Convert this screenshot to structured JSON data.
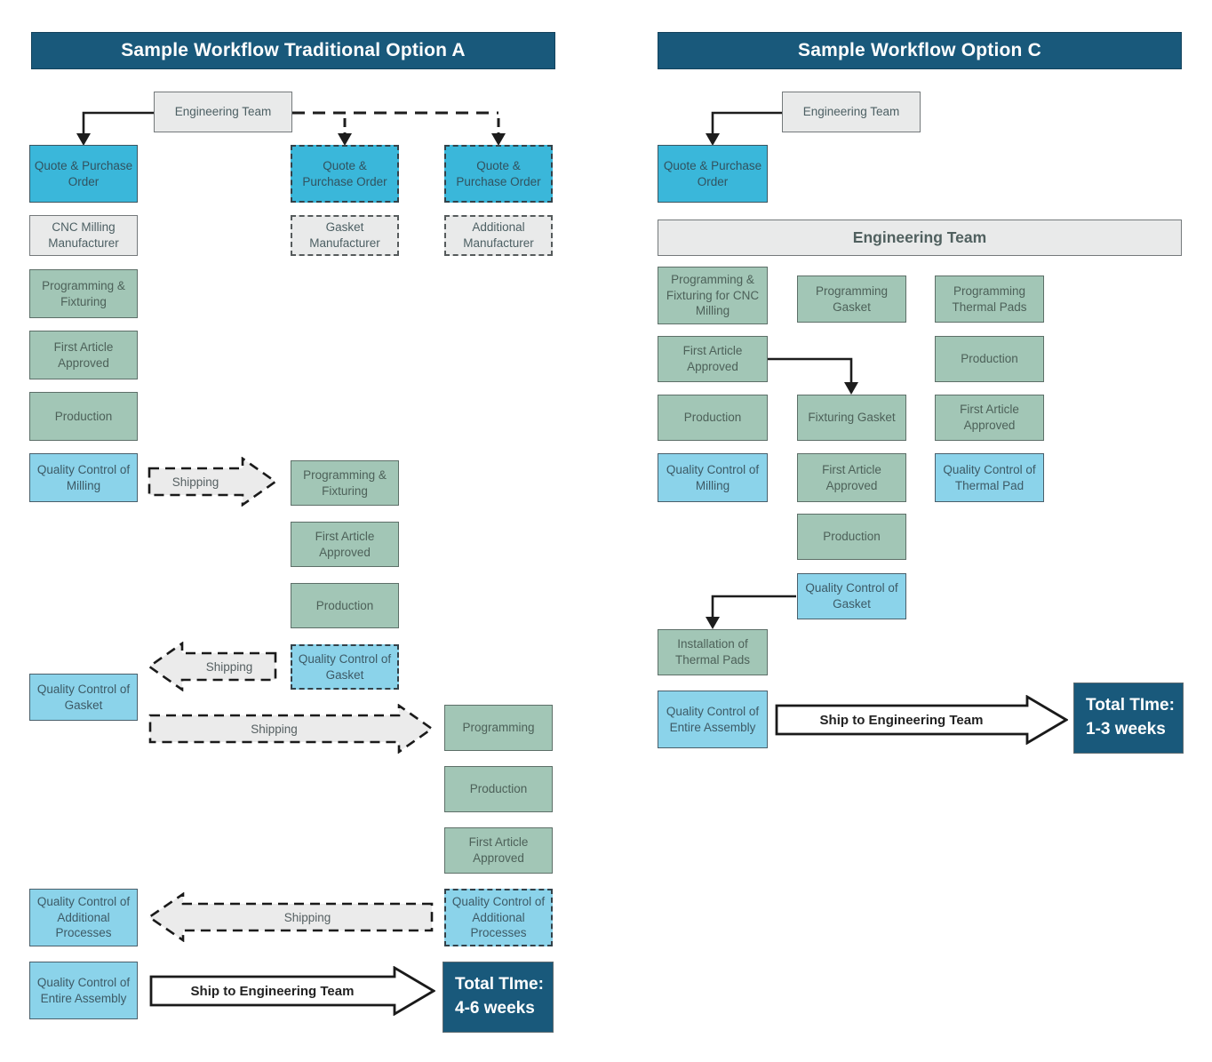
{
  "colors": {
    "header_bg": "#19597b",
    "quote_cyan": "#3ab7da",
    "quality_control_blue": "#8bd3ea",
    "process_green": "#a2c6b6",
    "neutral_gray": "#e9eaea",
    "total_time_bg": "#19597b"
  },
  "a": {
    "title": "Sample Workflow Traditional Option A",
    "eng_team": "Engineering Team",
    "quote": "Quote & Purchase Order",
    "cnc_mfr": "CNC Milling Manufacturer",
    "gasket_mfr": "Gasket Manufacturer",
    "additional_mfr": "Additional Manufacturer",
    "prog_fix": "Programming & Fixturing",
    "first_article": "First Article Approved",
    "production": "Production",
    "qc_milling": "Quality Control of Milling",
    "shipping": "Shipping",
    "qc_gasket": "Quality Control of Gasket",
    "programming": "Programming",
    "qc_additional": "Quality Control of Additional Processes",
    "qc_assembly": "Quality Control of Entire Assembly",
    "ship_to_eng": "Ship to Engineering Team",
    "total_label": "Total TIme:",
    "total_value": "4-6 weeks"
  },
  "c": {
    "title": "Sample Workflow Option C",
    "eng_team": "Engineering Team",
    "quote": "Quote & Purchase Order",
    "eng_team_bar": "Engineering Team",
    "prog_fix_cnc": "Programming & Fixturing for CNC Milling",
    "prog_gasket": "Programming Gasket",
    "prog_thermal": "Programming Thermal Pads",
    "first_article": "First Article Approved",
    "production": "Production",
    "fixturing_gasket": "Fixturing Gasket",
    "qc_milling": "Quality Control of Milling",
    "qc_thermal": "Quality Control of Thermal Pad",
    "qc_gasket": "Quality Control of Gasket",
    "install_thermal": "Installation of Thermal Pads",
    "qc_assembly": "Quality Control of Entire Assembly",
    "ship_to_eng": "Ship to Engineering Team",
    "total_label": "Total TIme:",
    "total_value": "1-3 weeks"
  }
}
